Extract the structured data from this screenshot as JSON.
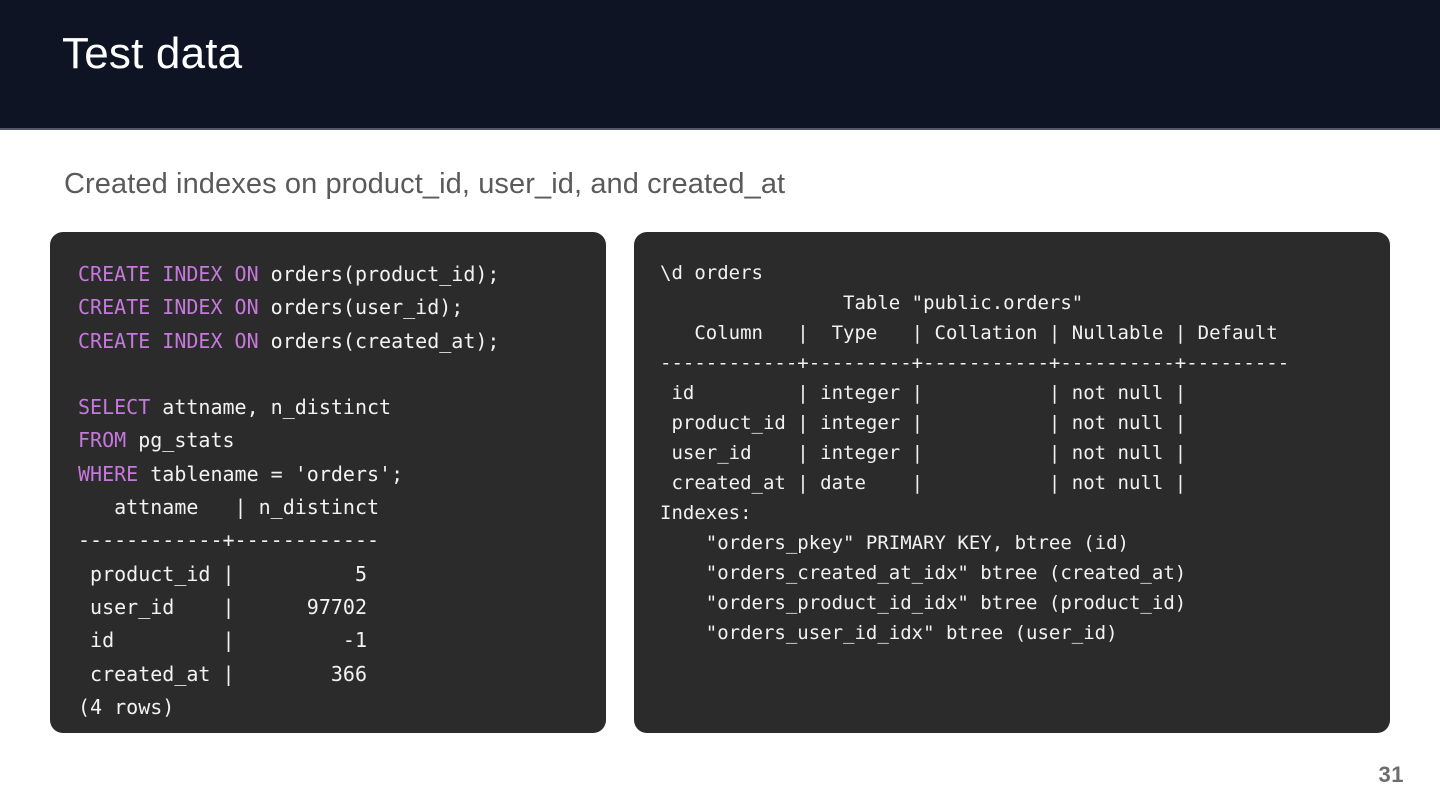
{
  "slide": {
    "title": "Test data",
    "subtitle": "Created indexes on product_id, user_id, and created_at",
    "page_number": "31",
    "colors": {
      "header_background": "#0e1424",
      "slide_background": "#ffffff",
      "panel_background": "#2b2b2b",
      "code_text": "#f2f2f2",
      "sql_keyword": "#c678dd",
      "subtitle_text": "#5a5a5a",
      "page_number_text": "#6d6d6d"
    }
  },
  "left_panel": {
    "keywords": [
      "CREATE INDEX ON",
      "SELECT",
      "FROM",
      "WHERE"
    ],
    "statements": [
      "CREATE INDEX ON orders(product_id);",
      "CREATE INDEX ON orders(user_id);",
      "CREATE INDEX ON orders(created_at);",
      "SELECT attname, n_distinct",
      "FROM pg_stats",
      "WHERE tablename = 'orders';"
    ],
    "result": {
      "headers": [
        "attname",
        "n_distinct"
      ],
      "header_line": "   attname   | n_distinct",
      "separator": "------------+------------",
      "rows": [
        {
          "attname": "product_id",
          "n_distinct": "5",
          "line": " product_id |          5"
        },
        {
          "attname": "user_id",
          "n_distinct": "97702",
          "line": " user_id    |      97702"
        },
        {
          "attname": "id",
          "n_distinct": "-1",
          "line": " id         |         -1"
        },
        {
          "attname": "created_at",
          "n_distinct": "366",
          "line": " created_at |        366"
        }
      ],
      "row_count_label": "(4 rows)"
    },
    "text": "CREATE INDEX ON orders(product_id);\nCREATE INDEX ON orders(user_id);\nCREATE INDEX ON orders(created_at);\n\nSELECT attname, n_distinct\nFROM pg_stats\nWHERE tablename = 'orders';\n   attname   | n_distinct\n------------+------------\n product_id |          5\n user_id    |      97702\n id         |         -1\n created_at |        366\n(4 rows)"
  },
  "right_panel": {
    "command": "\\d orders",
    "table_caption": "Table \"public.orders\"",
    "headers": [
      "Column",
      "Type",
      "Collation",
      "Nullable",
      "Default"
    ],
    "header_line": "   Column   |  Type   | Collation | Nullable | Default",
    "separator": "------------+---------+-----------+----------+---------",
    "rows": [
      {
        "column": "id",
        "type": "integer",
        "collation": "",
        "nullable": "not null",
        "default": "",
        "line": " id         | integer |           | not null |"
      },
      {
        "column": "product_id",
        "type": "integer",
        "collation": "",
        "nullable": "not null",
        "default": "",
        "line": " product_id | integer |           | not null |"
      },
      {
        "column": "user_id",
        "type": "integer",
        "collation": "",
        "nullable": "not null",
        "default": "",
        "line": " user_id    | integer |           | not null |"
      },
      {
        "column": "created_at",
        "type": "date",
        "collation": "",
        "nullable": "not null",
        "default": "",
        "line": " created_at | date    |           | not null |"
      }
    ],
    "indexes_label": "Indexes:",
    "indexes": [
      "\"orders_pkey\" PRIMARY KEY, btree (id)",
      "\"orders_created_at_idx\" btree (created_at)",
      "\"orders_product_id_idx\" btree (product_id)",
      "\"orders_user_id_idx\" btree (user_id)"
    ],
    "text": "\\d orders\n                Table \"public.orders\"\n   Column   |  Type   | Collation | Nullable | Default\n------------+---------+-----------+----------+---------\n id         | integer |           | not null |\n product_id | integer |           | not null |\n user_id    | integer |           | not null |\n created_at | date    |           | not null |\nIndexes:\n    \"orders_pkey\" PRIMARY KEY, btree (id)\n    \"orders_created_at_idx\" btree (created_at)\n    \"orders_product_id_idx\" btree (product_id)\n    \"orders_user_id_idx\" btree (user_id)"
  }
}
